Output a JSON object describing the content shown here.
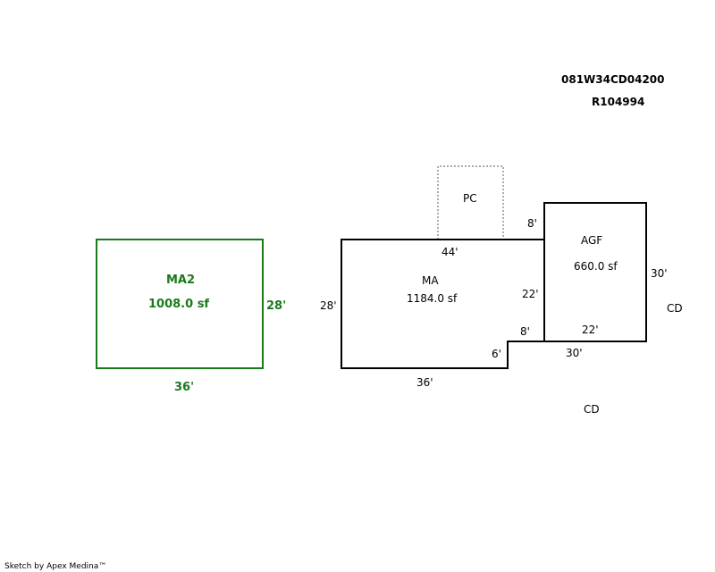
{
  "header": {
    "map_id": "081W34CD04200",
    "account_id": "R104994"
  },
  "footer": {
    "credit": "Sketch by Apex Medina™"
  },
  "colors": {
    "main_line": "#000000",
    "detached_line": "#1a7a1a",
    "dotted_line": "#777777"
  },
  "areas": {
    "ma2": {
      "name": "MA2",
      "area": "1008.0 sf",
      "width_label": "36'",
      "height_label": "28'"
    },
    "ma": {
      "name": "MA",
      "area": "1184.0 sf",
      "top_label": "44'",
      "left_label": "28'",
      "bottom_label": "36'",
      "step_v_label": "6'",
      "step_h_label": "8'",
      "right_label": "22'"
    },
    "pc": {
      "name": "PC",
      "side_label": "8'"
    },
    "agf": {
      "name": "AGF",
      "area": "660.0 sf",
      "right_label": "30'",
      "inner_label": "22'",
      "bottom_label": "30'"
    },
    "cd_right": {
      "name": "CD"
    },
    "cd_bottom": {
      "name": "CD"
    }
  }
}
